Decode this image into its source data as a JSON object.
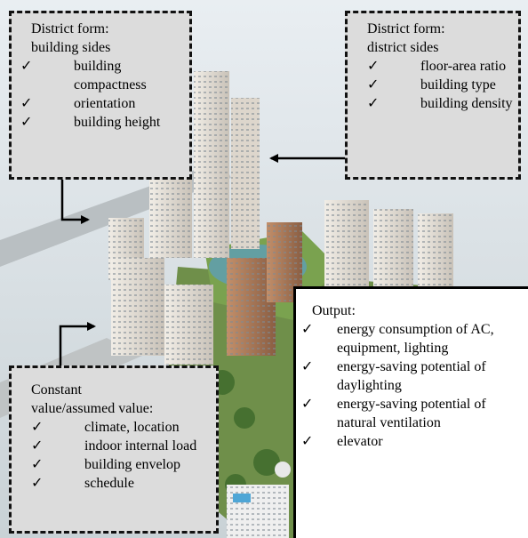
{
  "box_building": {
    "title_lines": [
      "District form:",
      "building sides"
    ],
    "items": [
      "building compactness",
      "orientation",
      "building height"
    ]
  },
  "box_district": {
    "title_lines": [
      "District form:",
      "district sides"
    ],
    "items": [
      "floor-area ratio",
      "building type",
      "building density"
    ]
  },
  "box_constant": {
    "title_lines": [
      "Constant",
      "value/assumed value:"
    ],
    "items": [
      "climate, location",
      "indoor internal load",
      "building envelop",
      "schedule"
    ]
  },
  "box_output": {
    "title_lines": [
      "Output:"
    ],
    "items": [
      "energy consumption of AC, equipment, lighting",
      "energy-saving potential of daylighting",
      "energy-saving potential of natural ventilation",
      "elevator"
    ]
  },
  "check_glyph": "✓",
  "colors": {
    "box_fill": "#dcdcdc",
    "arrow": "#000000"
  }
}
